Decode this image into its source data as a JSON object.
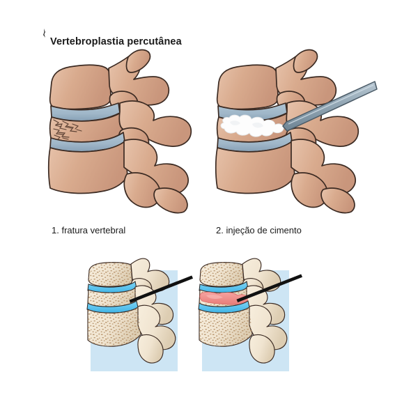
{
  "document": {
    "title": "Vertebroplastia percutânea",
    "language": "pt-BR",
    "background_color": "#ffffff"
  },
  "steps": [
    {
      "number": "1",
      "caption": "1. fratura vertebral",
      "label": "fratura vertebral"
    },
    {
      "number": "2",
      "caption": "2. injeção de cimento",
      "label": "injeção de cimento"
    }
  ],
  "illustrations": {
    "top_row": [
      {
        "name": "lateral-spine-fracture",
        "description": "Lateral view of three lumbar vertebrae with a compression-fractured middle body",
        "features": [
          "vertebral-body",
          "intervertebral-disc",
          "spinous-process",
          "fracture-lines"
        ]
      },
      {
        "name": "lateral-spine-cement-injection",
        "description": "Lateral view of three lumbar vertebrae with a trocar needle injecting white bone cement into the fractured body",
        "features": [
          "vertebral-body",
          "intervertebral-disc",
          "spinous-process",
          "trocar-needle",
          "bone-cement"
        ]
      }
    ],
    "bottom_row": [
      {
        "name": "radiographic-needle-placement",
        "description": "Radiographic style cutaway showing trocar needle entering the collapsed vertebral body",
        "features": [
          "trabecular-bone",
          "intervertebral-disc",
          "trocar-needle"
        ]
      },
      {
        "name": "radiographic-cement-filled",
        "description": "Radiographic style cutaway showing pink bone cement filling the vertebral body",
        "features": [
          "trabecular-bone",
          "intervertebral-disc",
          "trocar-needle",
          "bone-cement-fill"
        ]
      }
    ]
  },
  "colors": {
    "bone_fill": "#d9ab8e",
    "bone_shadow": "#c3917a",
    "bone_highlight": "#e5bfa6",
    "bone_outline": "#3b2a22",
    "disc_fill": "#9fb6c8",
    "disc_shadow": "#8aa3b8",
    "needle_fill": "#93a7b5",
    "needle_outline": "#4a5a66",
    "cement_white": "#fdfdfd",
    "cement_pink": "#ef8e8a",
    "cement_pink_dark": "#d96f6c",
    "xray_background": "#cde5f4",
    "xray_bone": "#f2e7d4",
    "xray_bone_shadow": "#ddcdb2",
    "trabecular_speckle": "#b08a60",
    "xray_disc": "#55c2ef",
    "xray_needle": "#111111",
    "text": "#1a1a1a"
  }
}
